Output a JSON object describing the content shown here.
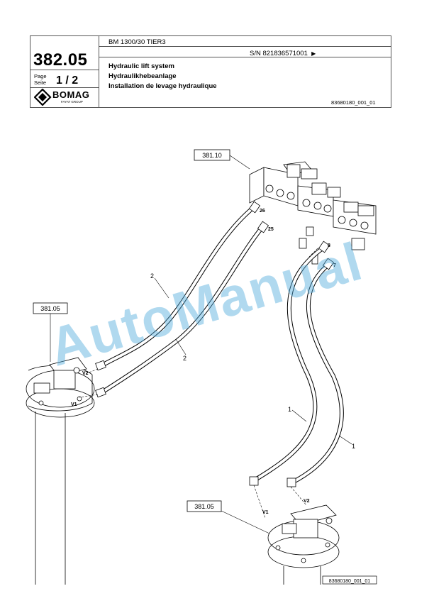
{
  "header": {
    "model": "BM 1300/30 TIER3",
    "serial": "S/N 821836571001",
    "serial_arrow": "▶",
    "page_number": "382.05",
    "page_label_line1": "Page",
    "page_label_line2": "Seite",
    "page_count": "1 / 2",
    "brand": "BOMAG",
    "brand_sub": "FAYAT GROUP",
    "title_en": "Hydraulic lift system",
    "title_de": "Hydraulikhebeanlage",
    "title_fr": "Installation de levage hydraulique",
    "doc_id": "83680180_001_01"
  },
  "drawing": {
    "ref_valve_block": "381.10",
    "ref_cylinder_left": "381.05",
    "ref_cylinder_right": "381.05",
    "labels": {
      "hose_2a": "2",
      "hose_2b": "2",
      "hose_1a": "1",
      "hose_1b": "1",
      "port_26": "26",
      "port_25": "25",
      "port_8": "8",
      "port_7": "7",
      "port_v1_left": "V1",
      "port_v2_left": "V2",
      "port_v1_right": "V1",
      "port_v2_right": "V2"
    },
    "footer_id": "83680180_001_01"
  },
  "watermark": "AutoManual",
  "colors": {
    "watermark": "#50aadc",
    "line": "#000000"
  }
}
